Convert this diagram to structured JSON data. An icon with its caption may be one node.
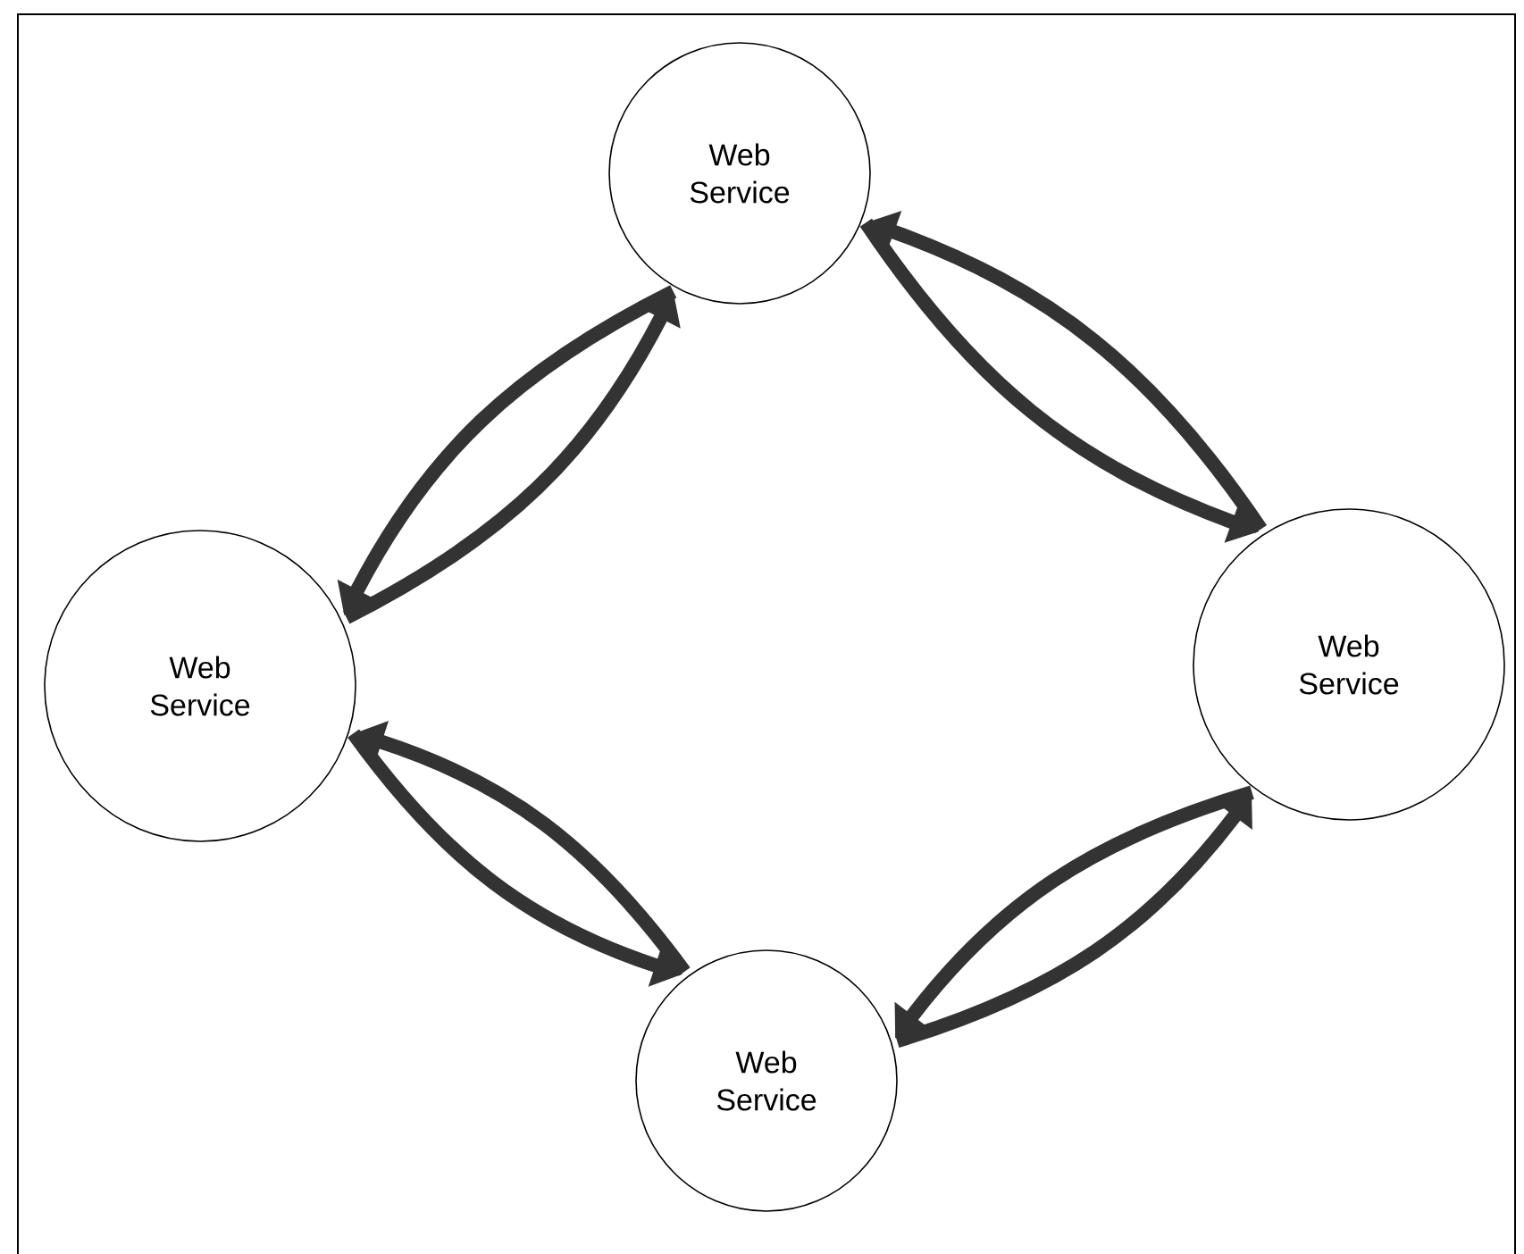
{
  "diagram": {
    "nodes": [
      {
        "text": [
          "Web Service"
        ]
      },
      {
        "text": [
          "Web Service"
        ]
      },
      {
        "text": [
          "Web Service"
        ]
      },
      {
        "text": [
          "Web Service"
        ]
      }
    ],
    "edges": [
      {
        "from": 1,
        "to": 0,
        "arrow": "to"
      },
      {
        "from": 0,
        "to": 1,
        "arrow": "to"
      },
      {
        "from": 0,
        "to": 2,
        "arrow": "to"
      },
      {
        "from": 2,
        "to": 0,
        "arrow": "to"
      },
      {
        "from": 1,
        "to": 3,
        "arrow": "to"
      },
      {
        "from": 3,
        "to": 1,
        "arrow": "to"
      },
      {
        "from": 3,
        "to": 2,
        "arrow": "to"
      },
      {
        "from": 2,
        "to": 3,
        "arrow": "to"
      }
    ]
  }
}
